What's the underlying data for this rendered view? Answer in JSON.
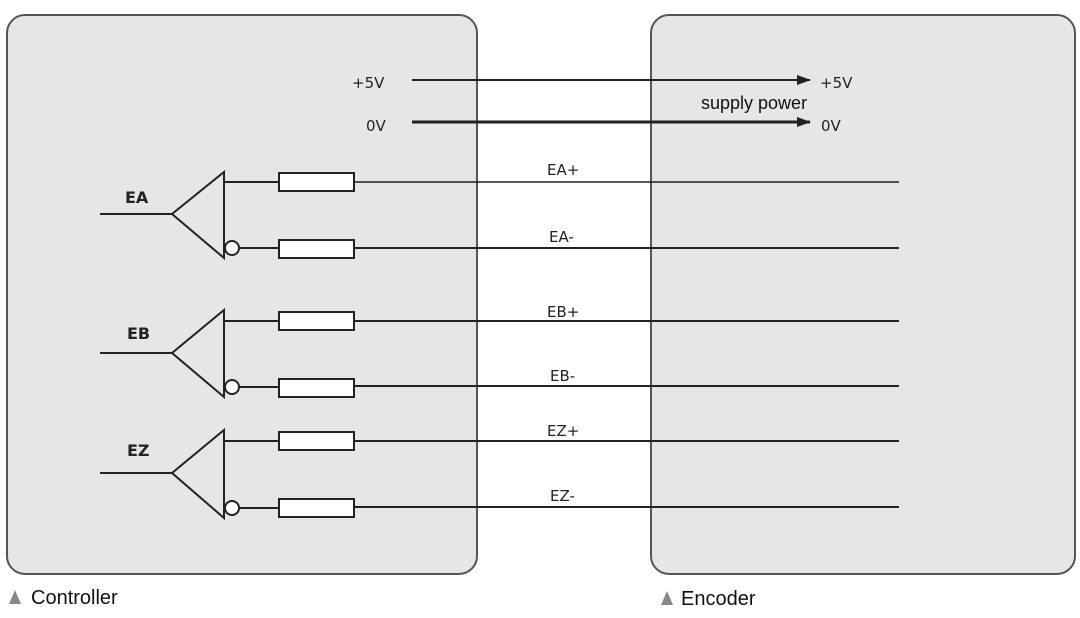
{
  "diagram": {
    "controller_caption": "Controller",
    "encoder_caption": "Encoder",
    "supply": {
      "plus_left": "+5V",
      "zero_left": "0V",
      "plus_right": "+5V",
      "zero_right": "0V",
      "note": "supply power"
    },
    "groups": [
      {
        "name": "EA",
        "plus": "EA+",
        "minus": "EA-"
      },
      {
        "name": "EB",
        "plus": "EB+",
        "minus": "EB-"
      },
      {
        "name": "EZ",
        "plus": "EZ+",
        "minus": "EZ-"
      }
    ],
    "colors": {
      "box_fill": "#e6e6e6",
      "box_stroke": "#555555",
      "wire": "#222222",
      "caption_icon": "#888888"
    },
    "icons": {
      "caption_marker": "triangle-marker-icon"
    }
  }
}
